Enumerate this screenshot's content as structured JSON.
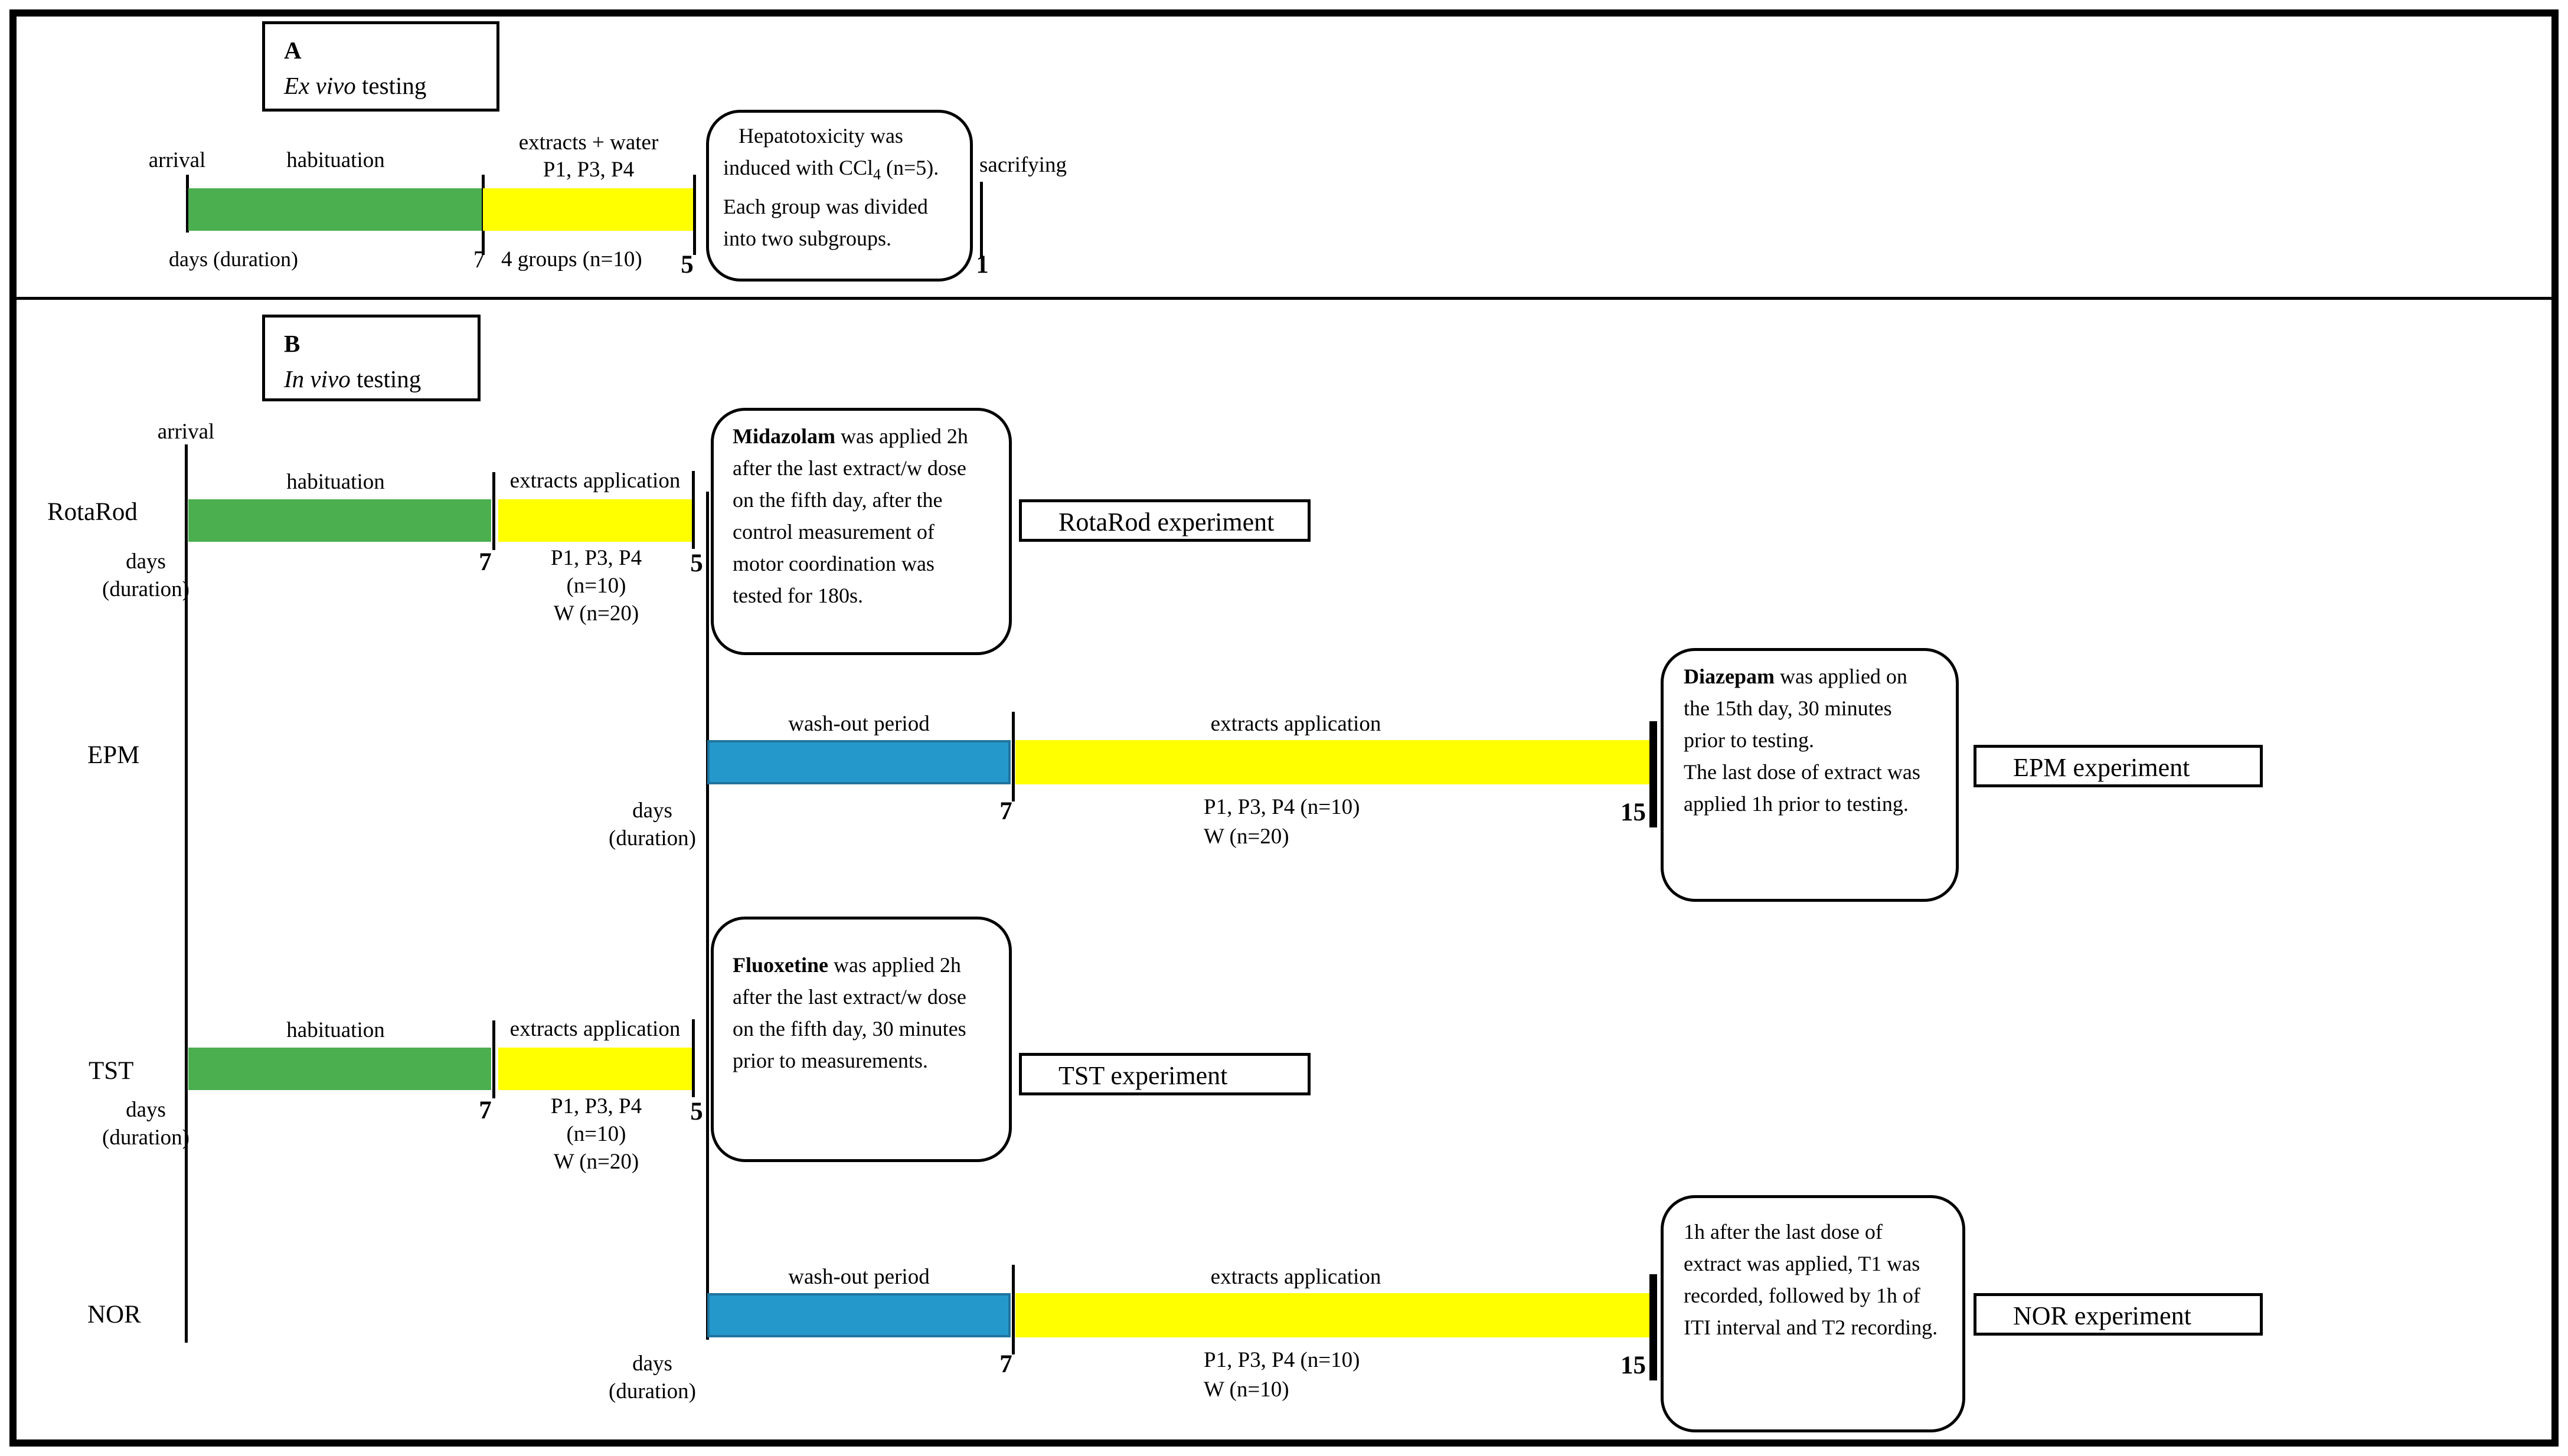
{
  "colors": {
    "habituation_green": "#4BAE4F",
    "extracts_yellow": "#FFFF00",
    "washout_blue": "#2598CB",
    "washout_blue_border": "#20749E"
  },
  "panel_a": {
    "label": "A",
    "title_italic": "Ex vivo",
    "title_rest": " testing",
    "arrival_label": "arrival",
    "habituation_label": "habituation",
    "extracts_line1": "extracts + water",
    "extracts_line2": "P1, P3, P4",
    "days_axis_label": "days (duration)",
    "day_7": "7",
    "groups_label": "4 groups (n=10)",
    "day_5": "5",
    "note_pre": "Hepatotoxicity was induced with CCl",
    "note_sub": "4",
    "note_post": " (n=5). Each group was divided into two subgroups.",
    "sacrificing_label": "sacrifying",
    "day_1": "1"
  },
  "panel_b": {
    "label": "B",
    "title_italic": "In vivo",
    "title_rest": " testing",
    "arrival_label": "arrival",
    "rotarod": {
      "name": "RotaRod",
      "habituation_label": "habituation",
      "extracts_label": "extracts application",
      "days_label": "days",
      "duration_label": "(duration)",
      "day_7": "7",
      "subjects_line1": "P1, P3, P4",
      "subjects_line2": "(n=10)",
      "subjects_line3": "W (n=20)",
      "day_5": "5",
      "note_bold": "Midazolam",
      "note_rest": " was applied 2h after the last extract/w dose on the fifth day, after the control measurement of motor coordination was tested for 180s.",
      "experiment_label": "RotaRod experiment"
    },
    "epm": {
      "name": "EPM",
      "washout_label": "wash-out period",
      "extracts_label": "extracts application",
      "days_label": "days",
      "duration_label": "(duration)",
      "day_7": "7",
      "subjects_line1": "P1, P3, P4 (n=10)",
      "subjects_line2": "W (n=20)",
      "day_15": "15",
      "note_bold": "Diazepam",
      "note_rest": " was applied on the 15th day, 30 minutes prior to testing.",
      "note_line2": "The last dose of extract was applied 1h prior to testing.",
      "experiment_label": "EPM experiment"
    },
    "tst": {
      "name": "TST",
      "habituation_label": "habituation",
      "extracts_label": "extracts application",
      "days_label": "days",
      "duration_label": "(duration)",
      "day_7": "7",
      "subjects_line1": "P1, P3, P4",
      "subjects_line2": "(n=10)",
      "subjects_line3": "W (n=20)",
      "day_5": "5",
      "note_bold": "Fluoxetine",
      "note_rest": " was applied 2h after the last extract/w dose on the fifth day, 30 minutes prior to measurements.",
      "experiment_label": "TST experiment"
    },
    "nor": {
      "name": "NOR",
      "washout_label": "wash-out period",
      "extracts_label": "extracts application",
      "days_label": "days",
      "duration_label": "(duration)",
      "day_7": "7",
      "subjects_line1": "P1, P3, P4 (n=10)",
      "subjects_line2": "W (n=10)",
      "day_15": "15",
      "note": "1h after the last dose of extract was applied, T1 was recorded, followed by 1h of ITI interval and T2 recording.",
      "experiment_label": "NOR experiment"
    }
  }
}
